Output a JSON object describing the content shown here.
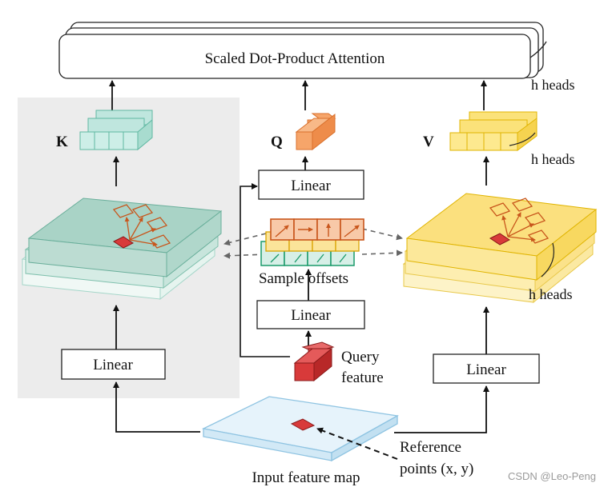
{
  "attention": {
    "label": "Scaled Dot-Product Attention"
  },
  "heads": {
    "top": "h heads",
    "v": "h heads",
    "right": "h heads"
  },
  "labels": {
    "k": "K",
    "q": "Q",
    "v": "V"
  },
  "linear": {
    "q": "Linear",
    "offsets": "Linear",
    "k": "Linear",
    "v": "Linear"
  },
  "sample_offsets": "Sample offsets",
  "query_feature": {
    "line1": "Query",
    "line2": "feature"
  },
  "reference_points": {
    "line1": "Reference",
    "line2": "points (x, y)"
  },
  "input_feature_map": "Input feature map",
  "watermark": "CSDN @Leo-Peng",
  "colors": {
    "k_fill": "#bfe6de",
    "k_stroke": "#5fb8a2",
    "q_fill": "#f6a56a",
    "q_stroke": "#d9702c",
    "v_fill": "#fbe27a",
    "v_stroke": "#e0b400",
    "query_fill": "#d83a3a",
    "query_stroke": "#8a1a1a",
    "panel_bg": "#ececec",
    "input_fill": "#e6f3fb",
    "input_stroke": "#8fc4e2"
  }
}
